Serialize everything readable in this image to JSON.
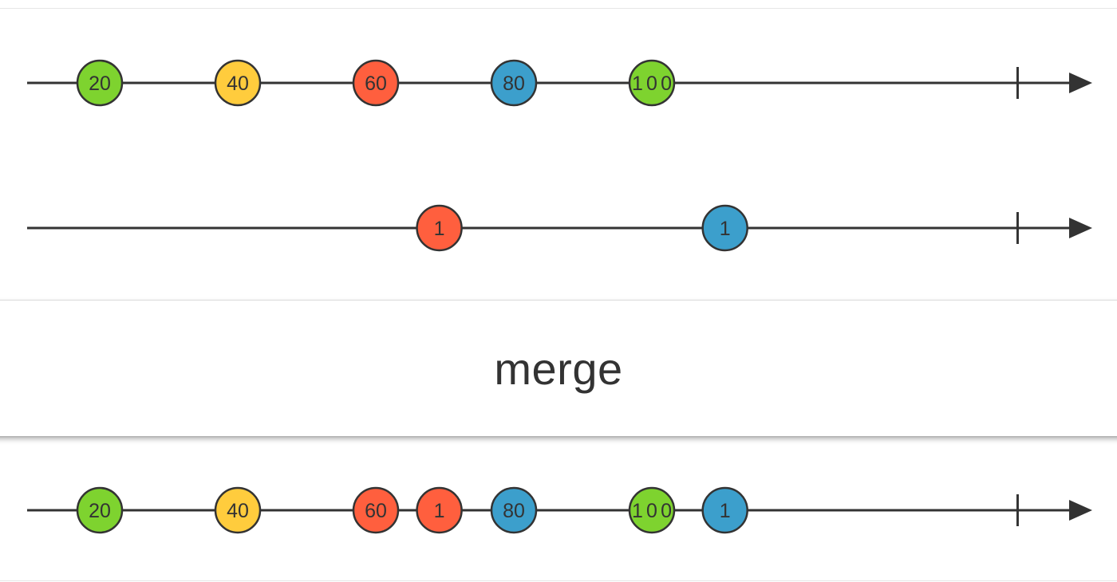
{
  "operator": {
    "label": "merge"
  },
  "colors": {
    "line": "#333333",
    "green": "#7ed32f",
    "yellow": "#ffcc3d",
    "red": "#ff5f3e",
    "blue": "#3c9fcc"
  },
  "timelines": [
    {
      "id": "input-1",
      "marbles": [
        {
          "label": "20",
          "t": 0.0,
          "color": "green"
        },
        {
          "label": "40",
          "t": 1.0,
          "color": "yellow"
        },
        {
          "label": "60",
          "t": 2.0,
          "color": "red"
        },
        {
          "label": "80",
          "t": 3.0,
          "color": "blue"
        },
        {
          "label": "100",
          "t": 4.0,
          "color": "green"
        }
      ],
      "complete_t": 6.65
    },
    {
      "id": "input-2",
      "marbles": [
        {
          "label": "1",
          "t": 2.46,
          "color": "red"
        },
        {
          "label": "1",
          "t": 4.53,
          "color": "blue"
        }
      ],
      "complete_t": 6.65
    },
    {
      "id": "output",
      "marbles": [
        {
          "label": "20",
          "t": 0.0,
          "color": "green"
        },
        {
          "label": "40",
          "t": 1.0,
          "color": "yellow"
        },
        {
          "label": "60",
          "t": 2.0,
          "color": "red"
        },
        {
          "label": "1",
          "t": 2.46,
          "color": "red"
        },
        {
          "label": "80",
          "t": 3.0,
          "color": "blue"
        },
        {
          "label": "100",
          "t": 4.0,
          "color": "green"
        },
        {
          "label": "1",
          "t": 4.53,
          "color": "blue"
        }
      ],
      "complete_t": 6.65
    }
  ]
}
